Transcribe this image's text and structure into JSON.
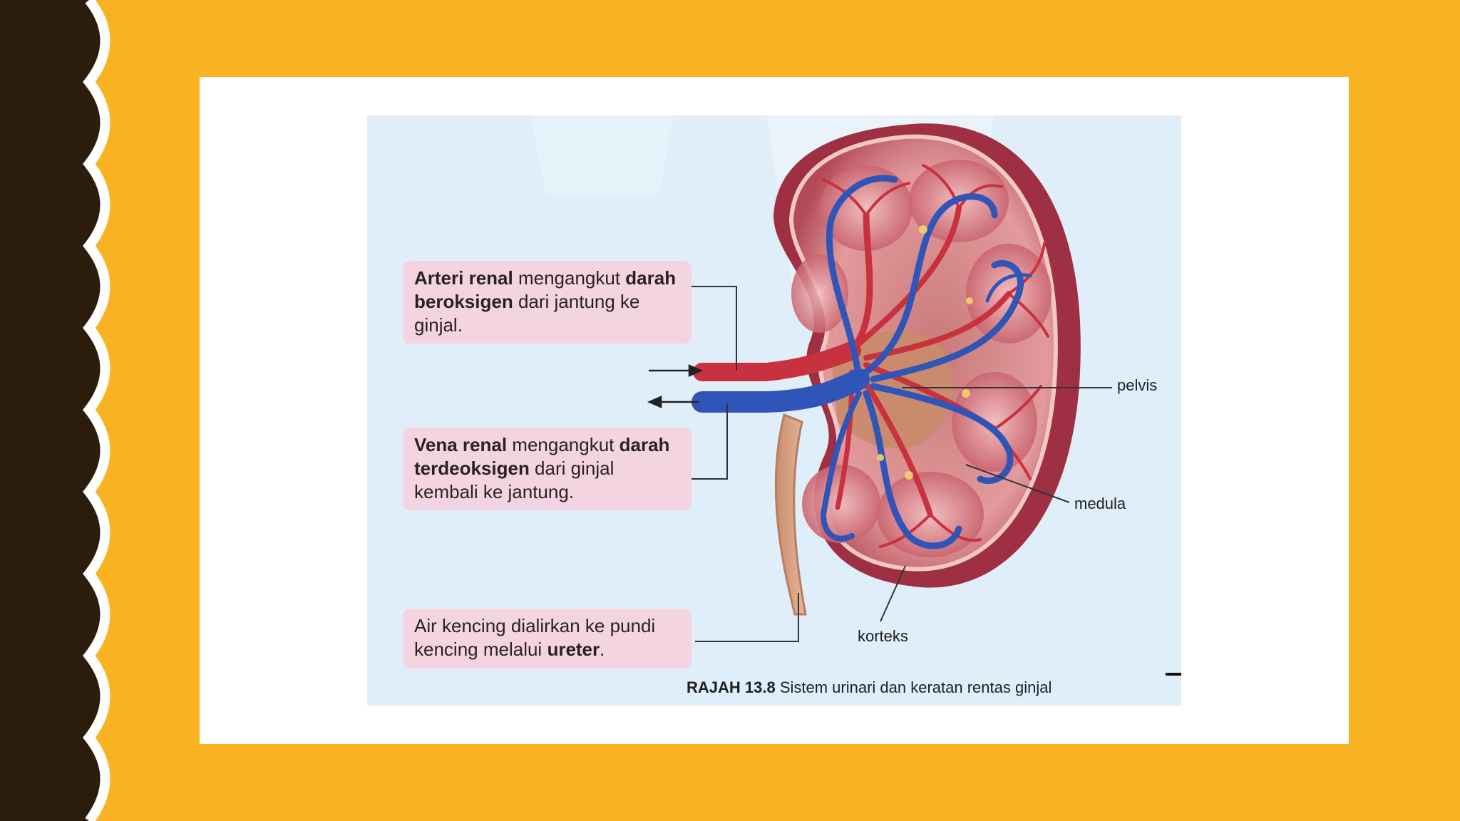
{
  "colors": {
    "background": "#F8B222",
    "side_band": "#2b1c0c",
    "card": "#ffffff",
    "figure_bg": "#dfeef8",
    "callout_bg": "#f3d4e0",
    "artery": "#c8323f",
    "vein": "#2f55b8"
  },
  "callouts": {
    "artery": {
      "b1": "Arteri renal",
      "t1": " mengangkut ",
      "b2": "darah beroksigen",
      "t2": " dari jantung ke ginjal."
    },
    "vein": {
      "b1": "Vena renal",
      "t1": " mengangkut ",
      "b2": "darah terdeoksigen",
      "t2": " dari ginjal kembali ke jantung."
    },
    "ureter": {
      "t1": "Air kencing dialirkan ke pundi kencing melalui ",
      "b1": "ureter",
      "t2": "."
    }
  },
  "labels": {
    "pelvis": "pelvis",
    "medula": "medula",
    "korteks": "korteks"
  },
  "caption": {
    "number": "RAJAH 13.8",
    "text": " Sistem urinari dan keratan rentas ginjal"
  }
}
